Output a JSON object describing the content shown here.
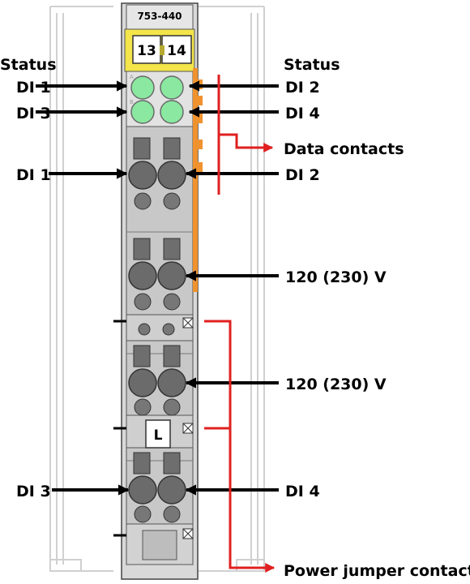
{
  "module": {
    "part_number": "753-440",
    "marker_left": "13",
    "marker_right": "14",
    "led_letter_a": "A",
    "led_letter_b": "B",
    "L_marker": "L"
  },
  "labels": {
    "status_left": "Status",
    "status_right": "Status",
    "led_di1": "DI 1",
    "led_di2": "DI 2",
    "led_di3": "DI 3",
    "led_di4": "DI 4",
    "data_contacts": "Data contacts",
    "conn_di1": "DI 1",
    "conn_di2": "DI 2",
    "voltage_1": "120 (230) V",
    "voltage_2": "120 (230) V",
    "conn_di3": "DI 3",
    "conn_di4": "DI 4",
    "power_jumper": "Power jumper contacts"
  },
  "colors": {
    "body_grey": "#c8c8c8",
    "housing": "#d9d9d9",
    "led_green": "#8ae8a0",
    "marker_yellow": "#f3e54a",
    "orange": "#f0922e",
    "red": "#e02020",
    "arrow": "#000000"
  }
}
